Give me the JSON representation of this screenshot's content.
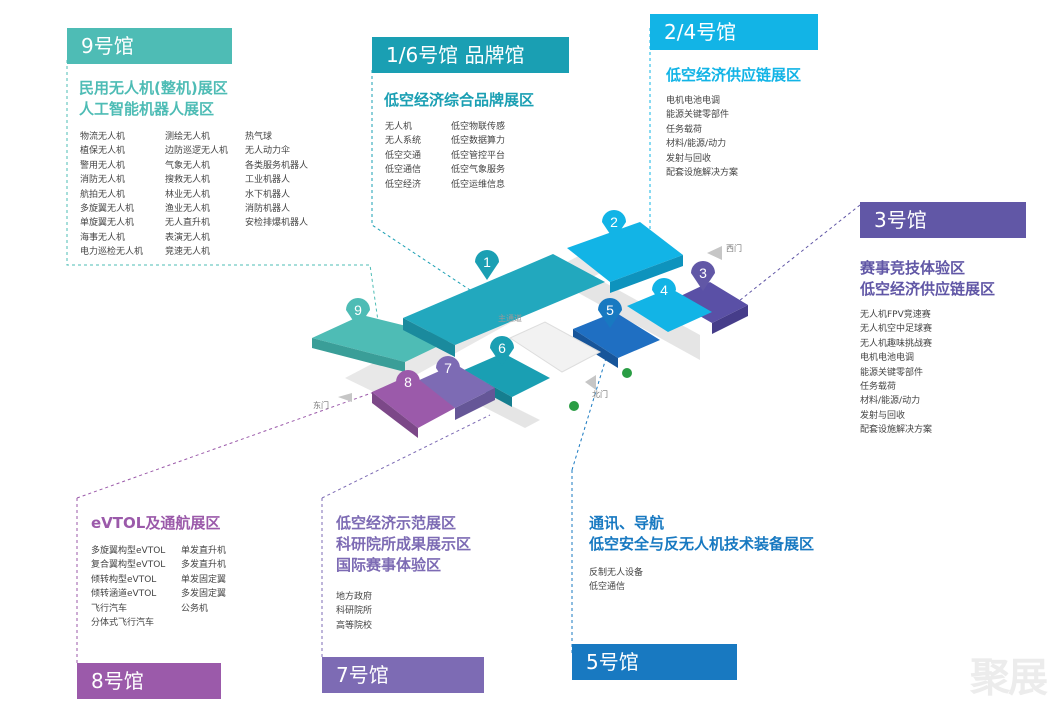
{
  "halls": {
    "h9": {
      "tag": "9号馆",
      "zones": [
        "民用无人机(整机)展区",
        "人工智能机器人展区"
      ],
      "col1": [
        "物流无人机",
        "植保无人机",
        "警用无人机",
        "消防无人机",
        "航拍无人机",
        "多旋翼无人机",
        "单旋翼无人机",
        "海事无人机",
        "电力巡检无人机"
      ],
      "col2": [
        "测绘无人机",
        "边防巡逻无人机",
        "气象无人机",
        "搜救无人机",
        "林业无人机",
        "渔业无人机",
        "无人直升机",
        "表演无人机",
        "竞速无人机"
      ],
      "col3": [
        "热气球",
        "无人动力伞",
        "各类服务机器人",
        "工业机器人",
        "水下机器人",
        "消防机器人",
        "安检排爆机器人"
      ]
    },
    "h16": {
      "tag": "1/6号馆 品牌馆",
      "zone": "低空经济综合品牌展区",
      "col1": [
        "无人机",
        "无人系统",
        "低空交通",
        "低空通信",
        "低空经济"
      ],
      "col2": [
        "低空物联传感",
        "低空数据算力",
        "低空管控平台",
        "低空气象服务",
        "低空运维信息"
      ]
    },
    "h24": {
      "tag": "2/4号馆",
      "zone": "低空经济供应链展区",
      "items": [
        "电机电池电调",
        "能源关键零部件",
        "任务载荷",
        "材料/能源/动力",
        "发射与回收",
        "配套设施解决方案"
      ]
    },
    "h3": {
      "tag": "3号馆",
      "zones": [
        "赛事竞技体验区",
        "低空经济供应链展区"
      ],
      "items": [
        "无人机FPV竞速赛",
        "无人机空中足球赛",
        "无人机趣味挑战赛",
        "电机电池电调",
        "能源关键零部件",
        "任务载荷",
        "材料/能源/动力",
        "发射与回收",
        "配套设施解决方案"
      ]
    },
    "h8": {
      "tag": "8号馆",
      "zone": "eVTOL及通航展区",
      "col1": [
        "多旋翼构型eVTOL",
        "复合翼构型eVTOL",
        "倾转构型eVTOL",
        "倾转涵道eVTOL",
        "飞行汽车",
        "分体式飞行汽车"
      ],
      "col2": [
        "单发直升机",
        "多发直升机",
        "单发固定翼",
        "多发固定翼",
        "公务机"
      ]
    },
    "h7": {
      "tag": "7号馆",
      "zones": [
        "低空经济示范展区",
        "科研院所成果展示区",
        "国际赛事体验区"
      ],
      "items": [
        "地方政府",
        "科研院所",
        "高等院校"
      ]
    },
    "h5": {
      "tag": "5号馆",
      "zones": [
        "通讯、导航",
        "低空安全与反无人机技术装备展区"
      ],
      "items": [
        "反制无人设备",
        "低空通信"
      ]
    }
  },
  "map": {
    "pins": [
      "1",
      "2",
      "3",
      "4",
      "5",
      "6",
      "7",
      "8",
      "9"
    ],
    "gates": [
      "西门",
      "东门",
      "北门"
    ],
    "hall_label": "主通道"
  },
  "colors": {
    "h9": "#4ebcb5",
    "h16": "#1a9fb3",
    "h24": "#12b4e6",
    "h3": "#6157a6",
    "h8": "#9b5aaa",
    "h7": "#7d6bb4",
    "h5": "#1879c1"
  },
  "watermark": "聚展"
}
